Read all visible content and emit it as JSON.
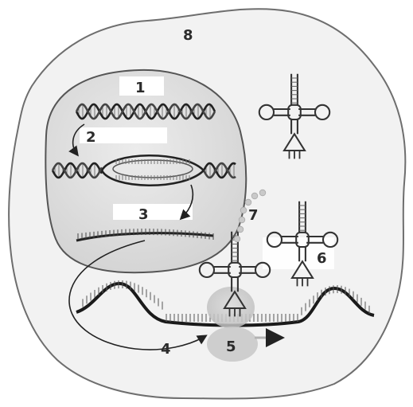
{
  "labels": {
    "cell": "8",
    "dna": "1",
    "transcription": "2",
    "mrna": "3",
    "export": "4",
    "ribosome": "5",
    "trna": "6",
    "polypeptide": "7"
  }
}
